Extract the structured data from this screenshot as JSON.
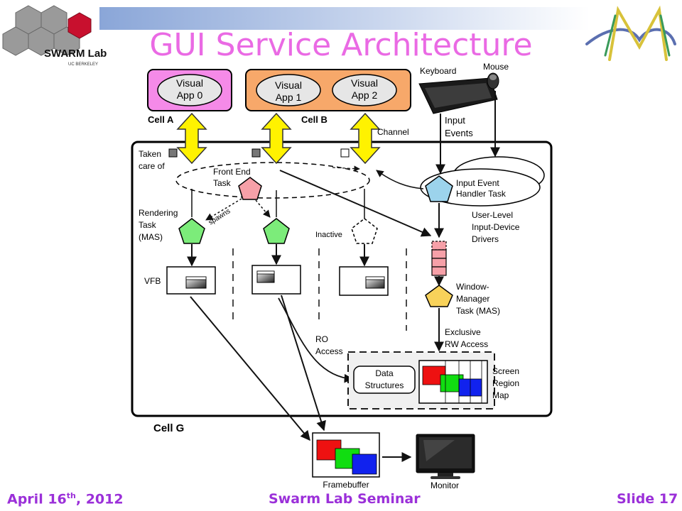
{
  "slide": {
    "title": "GUI Service Architecture",
    "logo_text": "SWARM Lab",
    "logo_subtext": "UC BERKELEY",
    "footer_date": "April 16",
    "footer_date_suffix": "th",
    "footer_date_year": ", 2012",
    "footer_center": "Swarm Lab Seminar",
    "footer_right": "Slide 17"
  },
  "diagram": {
    "visual_app_label": "Visual",
    "app0": "App 0",
    "app1": "App 1",
    "app2": "App 2",
    "cell_a": "Cell A",
    "cell_b": "Cell B",
    "cell_g": "Cell G",
    "channel": "Channel",
    "keyboard": "Keyboard",
    "mouse": "Mouse",
    "input_events_1": "Input",
    "input_events_2": "Events",
    "taken_care_1": "Taken",
    "taken_care_2": "care of",
    "front_end_1": "Front End",
    "front_end_2": "Task",
    "input_handler_1": "Input Event",
    "input_handler_2": "Handler Task",
    "user_level_1": "User-Level",
    "user_level_2": "Input-Device",
    "user_level_3": "Drivers",
    "rendering_1": "Rendering",
    "rendering_2": "Task",
    "rendering_3": "(MAS)",
    "spawns": "spawns",
    "inactive": "Inactive",
    "vfb": "VFB",
    "wm_1": "Window-",
    "wm_2": "Manager",
    "wm_3": "Task (MAS)",
    "exclusive_1": "Exclusive",
    "exclusive_2": "RW Access",
    "ro_1": "RO",
    "ro_2": "Access",
    "data_structures_1": "Data",
    "data_structures_2": "Structures",
    "screen_region_1": "Screen",
    "screen_region_2": "Region",
    "screen_region_3": "Map",
    "framebuffer": "Framebuffer",
    "monitor": "Monitor"
  }
}
